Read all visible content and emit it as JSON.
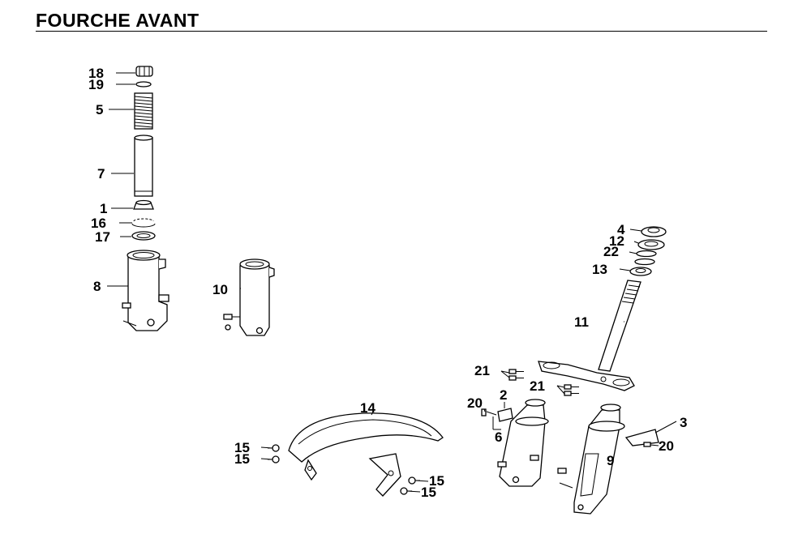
{
  "title": "FOURCHE AVANT",
  "callouts": {
    "c18": "18",
    "c19": "19",
    "c5": "5",
    "c7": "7",
    "c1": "1",
    "c16": "16",
    "c17": "17",
    "c8": "8",
    "c10": "10",
    "c4": "4",
    "c12": "12",
    "c22": "22",
    "c13": "13",
    "c11": "11",
    "c21a": "21",
    "c21b": "21",
    "c20a": "20",
    "c2": "2",
    "c6": "6",
    "c14": "14",
    "c15a": "15",
    "c15b": "15",
    "c15c": "15",
    "c15d": "15",
    "c3": "3",
    "c20b": "20",
    "c9": "9"
  }
}
